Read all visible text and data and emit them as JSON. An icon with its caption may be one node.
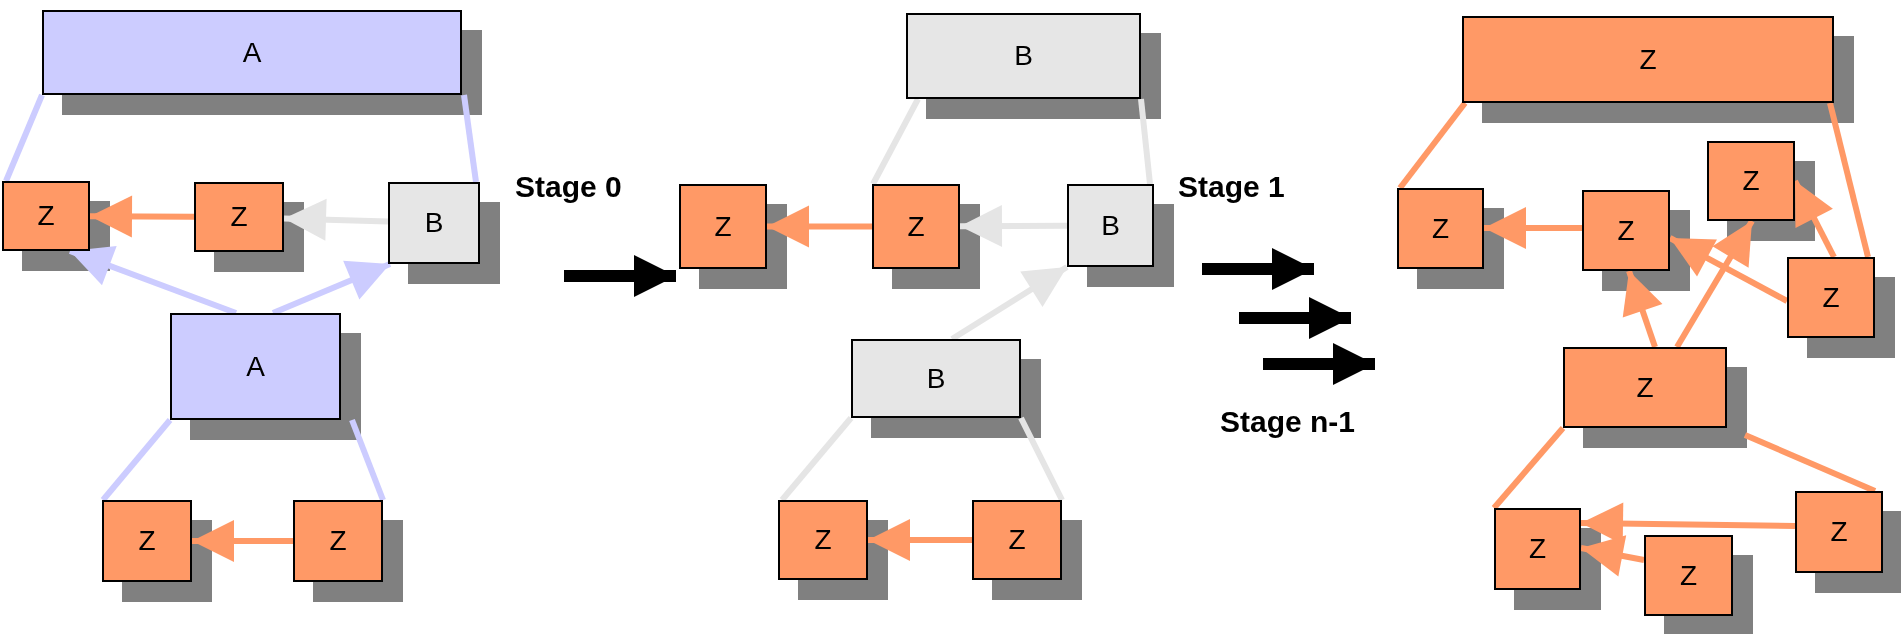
{
  "diagram": {
    "nodes": [
      {
        "text": [
          "A"
        ]
      },
      {
        "text": [
          "Z"
        ]
      },
      {
        "text": [
          "Z"
        ]
      },
      {
        "text": [
          "B"
        ]
      },
      {
        "text": [
          "A"
        ]
      },
      {
        "text": [
          "Z"
        ]
      },
      {
        "text": [
          "Z"
        ]
      },
      {
        "text": [
          "B"
        ]
      },
      {
        "text": [
          "Z"
        ]
      },
      {
        "text": [
          "Z"
        ]
      },
      {
        "text": [
          "B"
        ]
      },
      {
        "text": [
          "B"
        ]
      },
      {
        "text": [
          "Z"
        ]
      },
      {
        "text": [
          "Z"
        ]
      },
      {
        "text": [
          "Z"
        ]
      },
      {
        "text": [
          "Z"
        ]
      },
      {
        "text": [
          "Z"
        ]
      },
      {
        "text": [
          "Z"
        ]
      },
      {
        "text": [
          "Z"
        ]
      },
      {
        "text": [
          "Z"
        ]
      },
      {
        "text": [
          "Z"
        ]
      },
      {
        "text": [
          "Z"
        ]
      },
      {
        "text": [
          "Z"
        ]
      }
    ],
    "edges": [
      {
        "from": 0,
        "to": 1,
        "arrow": "none",
        "color": "#ccccff"
      },
      {
        "from": 0,
        "to": 3,
        "arrow": "none",
        "color": "#ccccff"
      },
      {
        "from": 2,
        "to": 1,
        "arrow": "to"
      },
      {
        "from": 3,
        "to": 2,
        "arrow": "to",
        "color": "#e5e5e5"
      },
      {
        "from": 4,
        "to": 1,
        "arrow": "to",
        "color": "#ccccff"
      },
      {
        "from": 4,
        "to": 3,
        "arrow": "to",
        "color": "#ccccff"
      },
      {
        "from": 4,
        "to": 5,
        "arrow": "none",
        "color": "#ccccff"
      },
      {
        "from": 4,
        "to": 6,
        "arrow": "none",
        "color": "#ccccff"
      },
      {
        "from": 6,
        "to": 5,
        "arrow": "to"
      },
      {
        "from": 7,
        "to": 9,
        "arrow": "none",
        "color": "#e5e5e5"
      },
      {
        "from": 7,
        "to": 10,
        "arrow": "none",
        "color": "#e5e5e5"
      },
      {
        "from": 9,
        "to": 8,
        "arrow": "to"
      },
      {
        "from": 10,
        "to": 9,
        "arrow": "to",
        "color": "#e5e5e5"
      },
      {
        "from": 11,
        "to": 10,
        "arrow": "to",
        "color": "#e5e5e5"
      },
      {
        "from": 11,
        "to": 12,
        "arrow": "none",
        "color": "#e5e5e5"
      },
      {
        "from": 11,
        "to": 13,
        "arrow": "none",
        "color": "#e5e5e5"
      },
      {
        "from": 13,
        "to": 12,
        "arrow": "to"
      },
      {
        "from": 14,
        "to": 15,
        "arrow": "none"
      },
      {
        "from": 14,
        "to": 18,
        "arrow": "none"
      },
      {
        "from": 16,
        "to": 15,
        "arrow": "to"
      },
      {
        "from": 19,
        "to": 16,
        "arrow": "to"
      },
      {
        "from": 19,
        "to": 17,
        "arrow": "to"
      },
      {
        "from": 18,
        "to": 16,
        "arrow": "to"
      },
      {
        "from": 18,
        "to": 17,
        "arrow": "to"
      },
      {
        "from": 19,
        "to": 20,
        "arrow": "none"
      },
      {
        "from": 19,
        "to": 22,
        "arrow": "none"
      },
      {
        "from": 22,
        "to": 20,
        "arrow": "to"
      },
      {
        "from": 21,
        "to": 20,
        "arrow": "to"
      }
    ],
    "labels": [
      "Stage 0",
      "Stage 1",
      "Stage n-1"
    ]
  }
}
